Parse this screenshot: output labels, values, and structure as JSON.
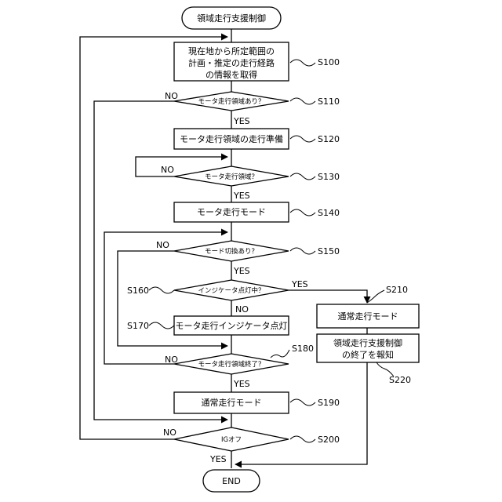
{
  "start": "領域走行支援制御",
  "end": "END",
  "steps": {
    "s100": {
      "lines": [
        "現在地から所定範囲の",
        "計画・推定の走行経路",
        "の情報を取得"
      ],
      "code": "S100"
    },
    "s110": {
      "text": "モータ走行領域あり？",
      "code": "S110"
    },
    "s120": {
      "text": "モータ走行領域の走行準備",
      "code": "S120"
    },
    "s130": {
      "text": "モータ走行領域？",
      "code": "S130"
    },
    "s140": {
      "text": "モータ走行モード",
      "code": "S140"
    },
    "s150": {
      "text": "モード切換あり？",
      "code": "S150"
    },
    "s160": {
      "text": "インジケータ点灯中？",
      "code": "S160"
    },
    "s170": {
      "text": "モータ走行インジケータ点灯",
      "code": "S170"
    },
    "s180": {
      "text": "モータ走行領域終了？",
      "code": "S180"
    },
    "s190": {
      "text": "通常走行モード",
      "code": "S190"
    },
    "s200": {
      "text": "IGオフ",
      "code": "S200"
    },
    "s210": {
      "text": "通常走行モード",
      "code": "S210"
    },
    "s220": {
      "lines": [
        "領域走行支援制御",
        "の終了を報知"
      ],
      "code": "S220"
    }
  },
  "labels": {
    "yes": "YES",
    "no": "NO"
  }
}
